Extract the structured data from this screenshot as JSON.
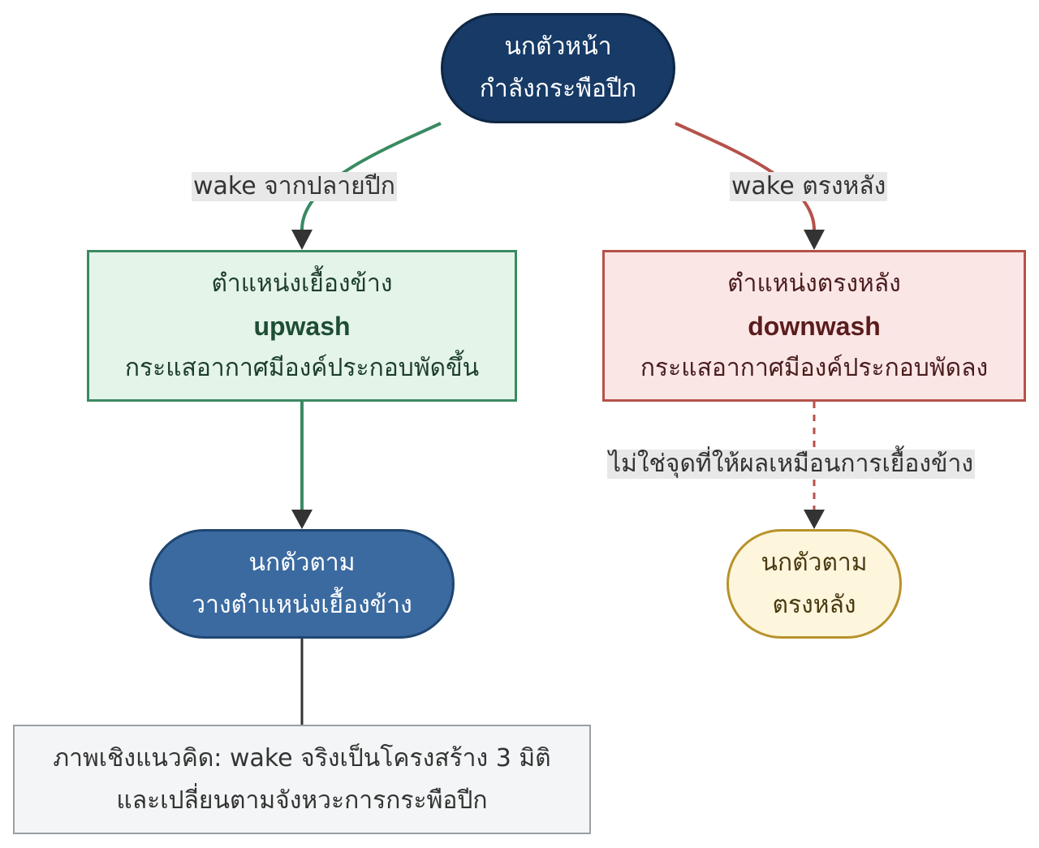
{
  "nodes": {
    "lead_bird": {
      "line1": "นกตัวหน้า",
      "line2": "กำลังกระพือปีก"
    },
    "side_position": {
      "line1": "ตำแหน่งเยื้องข้าง",
      "line2": "upwash",
      "line3": "กระแสอากาศมีองค์ประกอบพัดขึ้น"
    },
    "behind_position": {
      "line1": "ตำแหน่งตรงหลัง",
      "line2": "downwash",
      "line3": "กระแสอากาศมีองค์ประกอบพัดลง"
    },
    "follower_side": {
      "line1": "นกตัวตาม",
      "line2": "วางตำแหน่งเยื้องข้าง"
    },
    "follower_behind": {
      "line1": "นกตัวตาม",
      "line2": "ตรงหลัง"
    },
    "note": {
      "line1": "ภาพเชิงแนวคิด: wake จริงเป็นโครงสร้าง 3 มิติ",
      "line2": "และเปลี่ยนตามจังหวะการกระพือปีก"
    }
  },
  "edges": {
    "wingtip_wake": "wake จากปลายปีก",
    "behind_wake": "wake ตรงหลัง",
    "not_same_effect": "ไม่ใช่จุดที่ให้ผลเหมือนการเยื้องข้าง"
  },
  "colors": {
    "green": "#3a8a62",
    "red": "#b5524a",
    "dark": "#333333"
  }
}
